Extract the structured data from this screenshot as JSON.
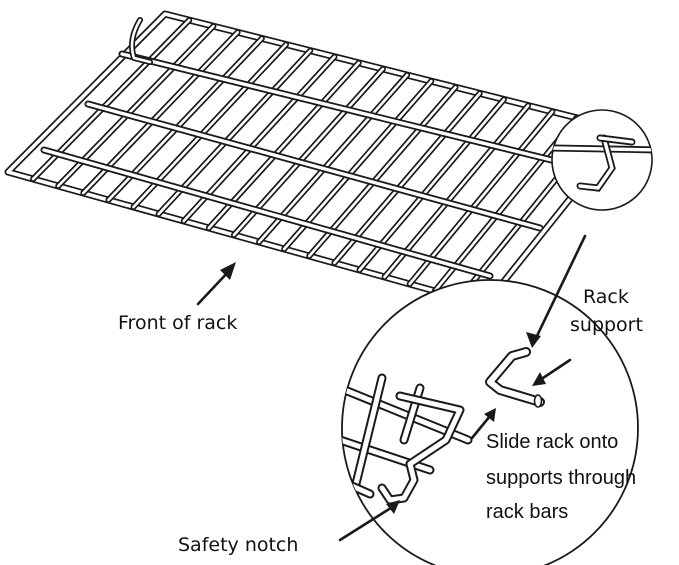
{
  "labels": {
    "front_of_rack": "Front of rack",
    "rack_support_line1": "Rack",
    "rack_support_line2": "support",
    "slide_line1": "Slide rack onto",
    "slide_line2": "supports through",
    "slide_line3": "rack bars",
    "safety_notch": "Safety notch"
  },
  "colors": {
    "stroke": "#1a1a1a",
    "fill": "#ffffff"
  }
}
